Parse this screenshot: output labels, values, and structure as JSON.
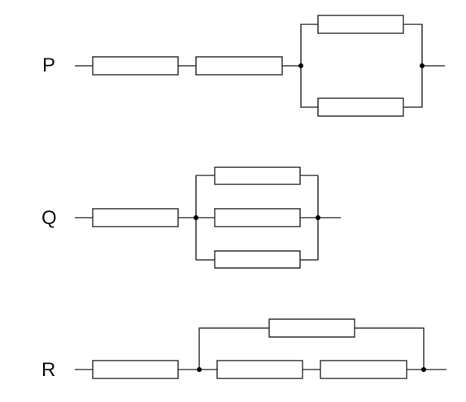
{
  "circuits": {
    "p": {
      "label": "P"
    },
    "q": {
      "label": "Q"
    },
    "r": {
      "label": "R"
    }
  },
  "colors": {
    "line": "#1a1a1a",
    "node": "#000000",
    "background": "#ffffff"
  }
}
